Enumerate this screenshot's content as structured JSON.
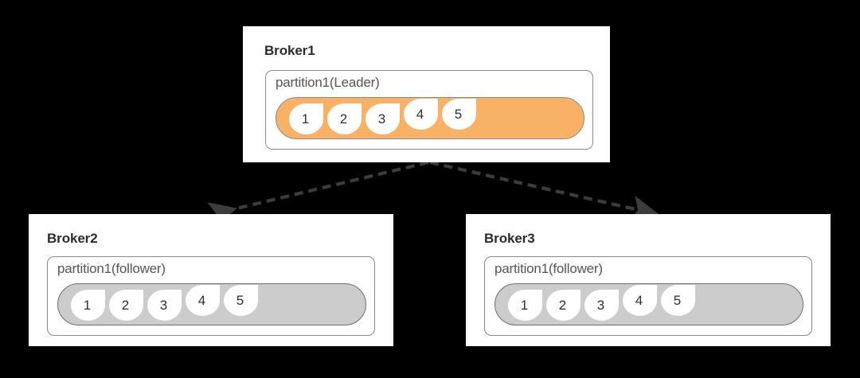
{
  "diagram": {
    "type": "kafka-partition-replication",
    "background_color": "#000000",
    "card_color": "#ffffff",
    "leader_color": "#f9b265",
    "follower_color": "#cccccc",
    "arrow_color": "#3c3c3c",
    "arrow_style": "dashed"
  },
  "brokers": [
    {
      "id": "broker1",
      "title": "Broker1",
      "partition_label": "partition1(Leader)",
      "role": "leader",
      "bar_color": "#f9b265",
      "messages": [
        "1",
        "2",
        "3",
        "4",
        "5"
      ]
    },
    {
      "id": "broker2",
      "title": "Broker2",
      "partition_label": "partition1(follower)",
      "role": "follower",
      "bar_color": "#cccccc",
      "messages": [
        "1",
        "2",
        "3",
        "4",
        "5"
      ]
    },
    {
      "id": "broker3",
      "title": "Broker3",
      "partition_label": "partition1(follower)",
      "role": "follower",
      "bar_color": "#cccccc",
      "messages": [
        "1",
        "2",
        "3",
        "4",
        "5"
      ]
    }
  ],
  "arrows": [
    {
      "id": "arrow-leader-to-broker2",
      "from": "broker1",
      "to": "broker2",
      "style": "dashed",
      "color": "#3c3c3c"
    },
    {
      "id": "arrow-leader-to-broker3",
      "from": "broker1",
      "to": "broker3",
      "style": "dashed",
      "color": "#3c3c3c"
    }
  ]
}
